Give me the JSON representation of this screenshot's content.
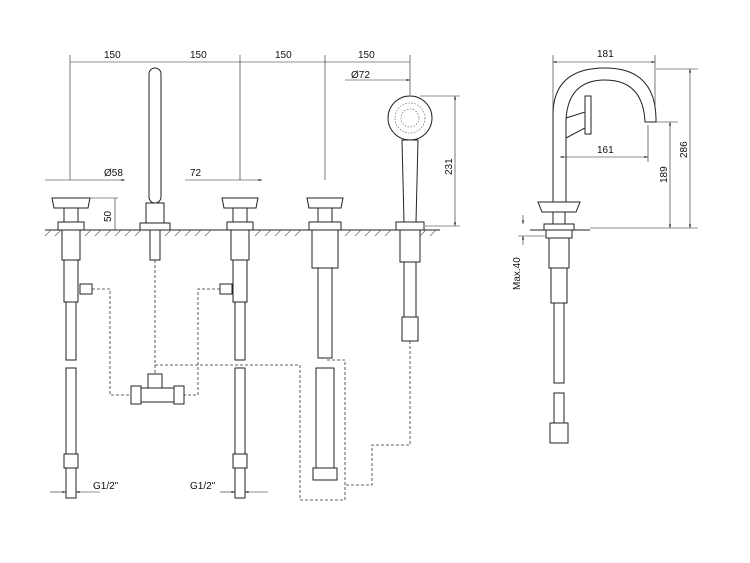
{
  "front_view": {
    "spacing_labels": [
      "150",
      "150",
      "150",
      "150"
    ],
    "hand_shower_diameter": "Ø72",
    "handle_diameter": "Ø58",
    "handle_width": "72",
    "handle_height": "50",
    "hand_shower_height": "231",
    "inlet_left": "G1/2\"",
    "inlet_right": "G1/2\""
  },
  "side_view": {
    "overall_width": "181",
    "spout_reach": "161",
    "spout_height": "189",
    "overall_height": "286",
    "max_deck": "Max.40"
  }
}
